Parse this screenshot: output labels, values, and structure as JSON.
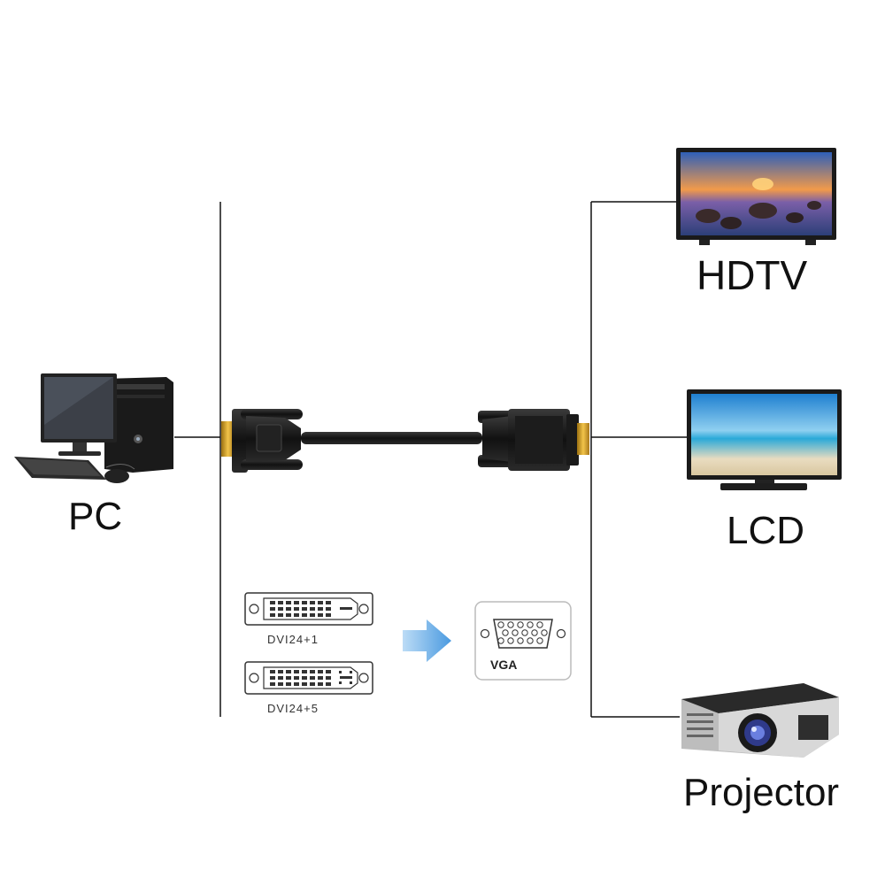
{
  "devices": {
    "source": {
      "label": "PC"
    },
    "targets": [
      {
        "label": "HDTV"
      },
      {
        "label": "LCD"
      },
      {
        "label": "Projector"
      }
    ]
  },
  "legend": {
    "dvi_a_label": "DVI24+1",
    "dvi_b_label": "DVI24+5",
    "vga_label": "VGA"
  },
  "colors": {
    "line": "#111111",
    "connector_gold": "#d4a22c",
    "arrow_blue": "#5aa6e6"
  }
}
